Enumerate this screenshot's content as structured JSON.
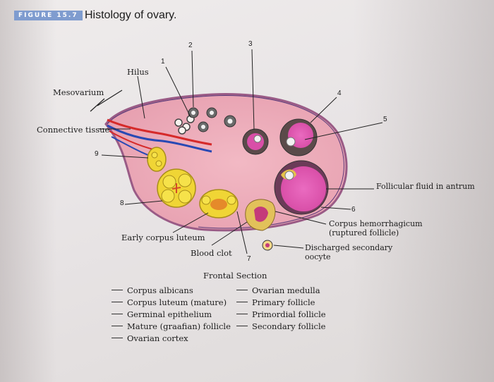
{
  "figure": {
    "tag": "FIGURE 15.7",
    "title": "Histology of ovary."
  },
  "labels": {
    "hilus": "Hilus",
    "mesovarium": "Mesovarium",
    "connective_tissue": "Connective tissue",
    "follicular_fluid": "Follicular fluid in antrum",
    "corpus_hemorrhagicum_line1": "Corpus hemorrhagicum",
    "corpus_hemorrhagicum_line2": "(ruptured follicle)",
    "early_corpus_luteum": "Early corpus luteum",
    "blood_clot": "Blood clot",
    "discharged_oocyte_line1": "Discharged secondary",
    "discharged_oocyte_line2": "oocyte",
    "frontal_section": "Frontal Section"
  },
  "numbers": {
    "n1": "1",
    "n2": "2",
    "n3": "3",
    "n4": "4",
    "n5": "5",
    "n6": "6",
    "n7": "7",
    "n8": "8",
    "n9": "9"
  },
  "key_left": [
    "Corpus albicans",
    "Corpus luteum (mature)",
    "Germinal epithelium",
    "Mature (graafian) follicle",
    "Ovarian cortex"
  ],
  "key_right": [
    "Ovarian medulla",
    "Primary follicle",
    "Primordial follicle",
    "Secondary follicle"
  ]
}
